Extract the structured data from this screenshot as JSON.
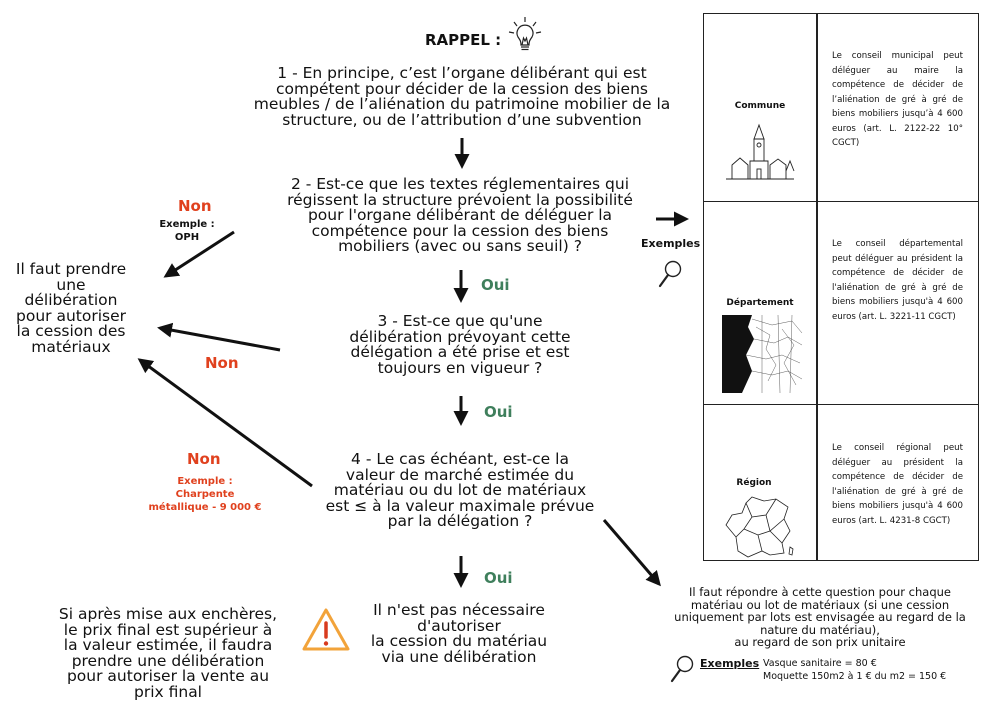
{
  "title": "RAPPEL :",
  "steps": [
    "1 - En principe, c’est l’organe délibérant qui est\ncompétent pour décider de la cession des biens\nmeubles  / de l’aliénation du patrimoine mobilier de la\nstructure, ou de l’attribution d’une subvention",
    "2 - Est-ce que les textes réglementaires qui\nrégissent la structure prévoient la possibilité\npour l'organe délibérant de déléguer la\ncompétence pour la cession des biens\nmobiliers (avec ou sans seuil) ?",
    "3 - Est-ce que qu'une\ndélibération prévoyant cette\ndélégation a été prise et est\ntoujours en vigueur ?",
    "4 - Le cas échéant, est-ce la\nvaleur de marché estimée du\nmatériau ou du lot de matériaux\nest ≤ à la valeur maximale prévue\npar la délégation ?"
  ],
  "labels": {
    "non": "Non",
    "oui": "Oui",
    "exemple_oph": "Exemple :\nOPH",
    "exemple_charpente": "Exemple :\nCharpente\nmétallique - 9 000 €",
    "exemples": "Exemples"
  },
  "outcomes": {
    "deliberation": "Il faut prendre\nune\ndélibération\npour autoriser\nla cession des\nmatériaux",
    "not_needed": "Il n'est pas nécessaire\nd'autoriser\nla cession du matériau\nvia une délibération",
    "warning": "Si après mise aux enchères,\nle prix final est supérieur à\nla valeur estimée, il faudra\nprendre une délibération\npour autoriser la vente au\nprix final",
    "per_lot": "Il faut répondre à cette question pour chaque\nmatériau ou lot de matériaux (si une cession\nuniquement par lots est envisagée au regard de la\nnature du matériau),\nau regard de son prix unitaire"
  },
  "examples_footer": {
    "label": "Exemples",
    "line1": "Vasque sanitaire = 80 €",
    "line2": "Moquette 150m2 à 1 € du m2 = 150 €"
  },
  "table": [
    {
      "name": "Commune",
      "icon": "church-village-icon",
      "text": "Le conseil municipal peut déléguer au maire la compétence de décider de l’aliénation de gré à gré de biens mobiliers jusqu’à 4 600 euros (art. L. 2122-22 10° CGCT)"
    },
    {
      "name": "Département",
      "icon": "department-map-icon",
      "text": "Le conseil départemental peut déléguer au président la compétence de décider de l'aliénation de gré à gré de biens mobiliers jusqu'à 4 600 euros (art. L. 3221-11 CGCT)"
    },
    {
      "name": "Région",
      "icon": "france-regions-map-icon",
      "text": "Le conseil régional peut déléguer au président la compétence de décider de l'aliénation de gré à gré de biens mobiliers jusqu'à 4 600 euros (art. L. 4231-8 CGCT)"
    }
  ],
  "colors": {
    "non": "#e0411e",
    "oui": "#3f7f5c",
    "warning": "#f2a33a",
    "text": "#111111"
  }
}
